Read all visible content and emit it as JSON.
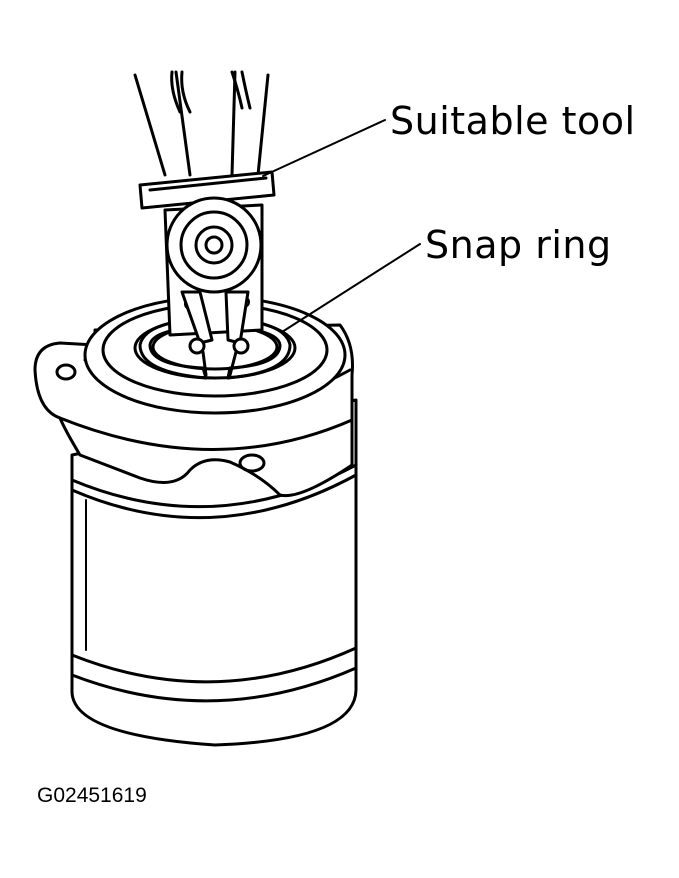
{
  "labels": {
    "suitable_tool": "Suitable tool",
    "snap_ring": "Snap ring"
  },
  "figure_code": "G02451619",
  "colors": {
    "line": "#000000",
    "background": "#ffffff"
  }
}
